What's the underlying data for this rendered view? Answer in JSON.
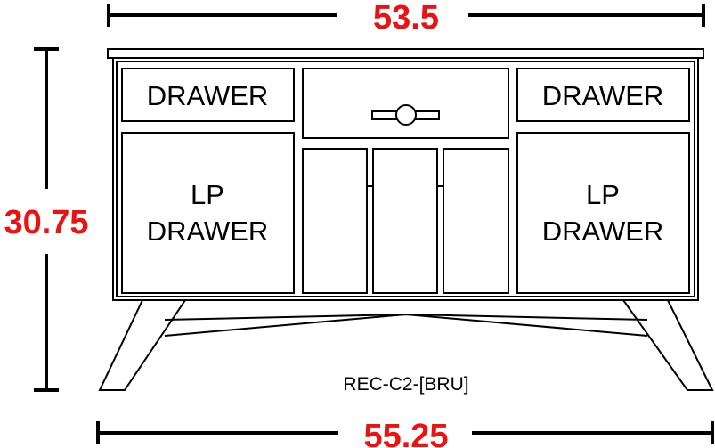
{
  "dimensions": {
    "top_width": "53.5",
    "height": "30.75",
    "bottom_width": "55.25"
  },
  "labels": {
    "drawer_left": "DRAWER",
    "drawer_right": "DRAWER",
    "lp_left_line1": "LP",
    "lp_left_line2": "DRAWER",
    "lp_right_line1": "LP",
    "lp_right_line2": "DRAWER"
  },
  "model_code": "REC-C2-[BRU]",
  "colors": {
    "dimension_text": "#ee1111",
    "line": "#000000"
  }
}
